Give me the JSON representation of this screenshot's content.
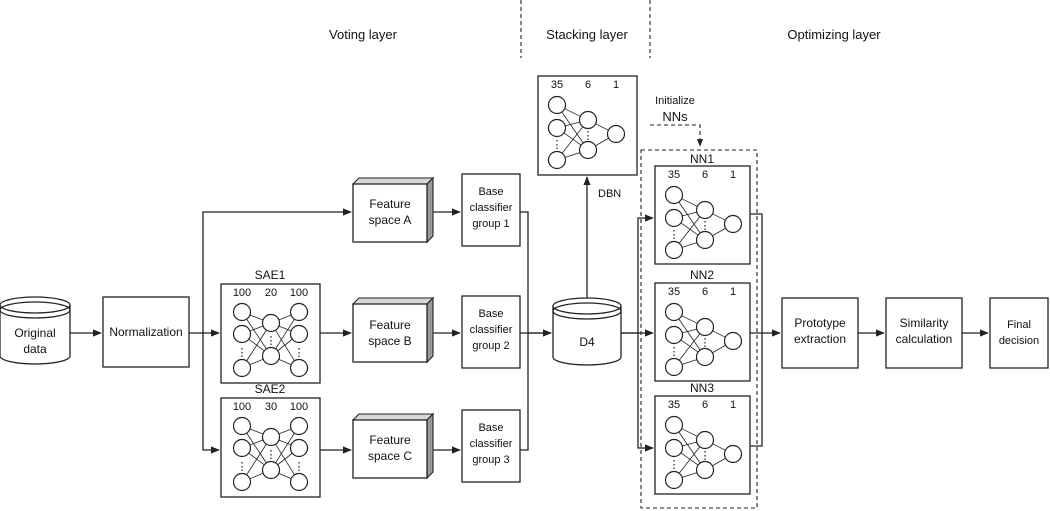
{
  "layers": {
    "voting": "Voting layer",
    "stacking": "Stacking layer",
    "optimizing": "Optimizing layer"
  },
  "nodes": {
    "original_data": [
      "Original",
      "data"
    ],
    "normalization": "Normalization",
    "feature_a": [
      "Feature",
      "space A"
    ],
    "feature_b": [
      "Feature",
      "space B"
    ],
    "feature_c": [
      "Feature",
      "space C"
    ],
    "group1": [
      "Base",
      "classifier",
      "group 1"
    ],
    "group2": [
      "Base",
      "classifier",
      "group 2"
    ],
    "group3": [
      "Base",
      "classifier",
      "group 3"
    ],
    "d4": "D4",
    "dbn": "DBN",
    "initialize": [
      "Initialize",
      "NNs"
    ],
    "prototype": [
      "Prototype",
      "extraction"
    ],
    "similarity": [
      "Similarity",
      "calculation"
    ],
    "final": [
      "Final",
      "decision"
    ]
  },
  "networks": {
    "sae1": {
      "title": "SAE1",
      "sizes": [
        "100",
        "20",
        "100"
      ]
    },
    "sae2": {
      "title": "SAE2",
      "sizes": [
        "100",
        "30",
        "100"
      ]
    },
    "dbn": {
      "title": "",
      "sizes": [
        "35",
        "6",
        "1"
      ]
    },
    "nn1": {
      "title": "NN1",
      "sizes": [
        "35",
        "6",
        "1"
      ]
    },
    "nn2": {
      "title": "NN2",
      "sizes": [
        "35",
        "6",
        "1"
      ]
    },
    "nn3": {
      "title": "NN3",
      "sizes": [
        "35",
        "6",
        "1"
      ]
    }
  },
  "ellipsis": "⋮"
}
